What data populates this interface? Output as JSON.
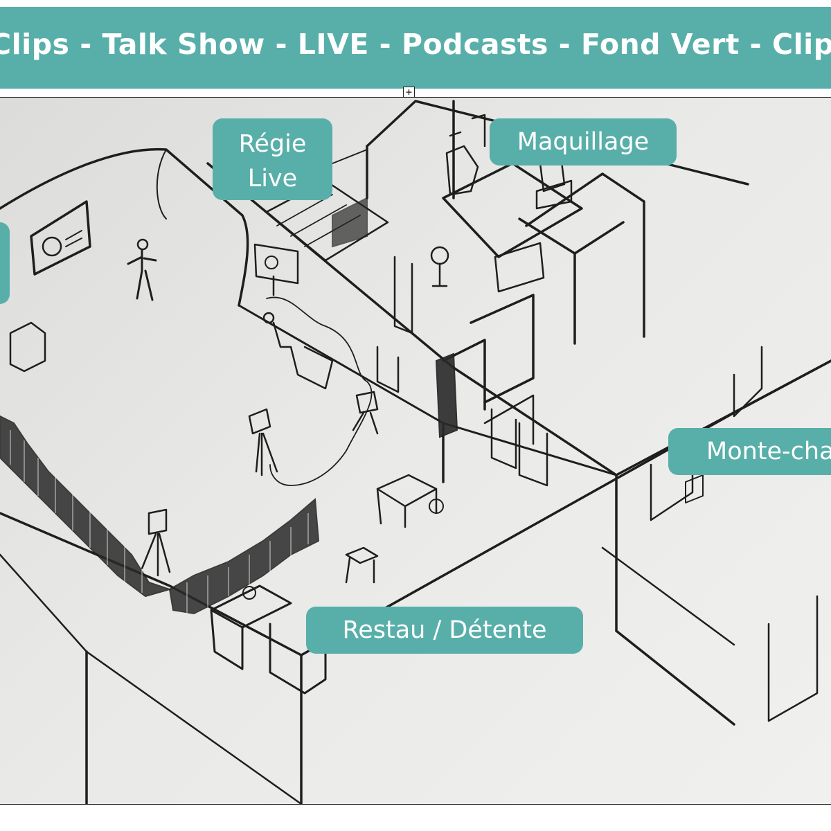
{
  "banner": {
    "text": "Clips - Talk Show - LIVE - Podcasts - Fond Vert - Clips - Interviews"
  },
  "anchor_glyph": "+",
  "labels": {
    "regie_line1": "Régie",
    "regie_line2": "Live",
    "maquillage": "Maquillage",
    "monte_charge": "Monte-charge",
    "restau": "Restau / Détente"
  },
  "colors": {
    "teal": "#58afa9",
    "ink": "#1e1e1e",
    "paper": "#e6e6e4"
  }
}
